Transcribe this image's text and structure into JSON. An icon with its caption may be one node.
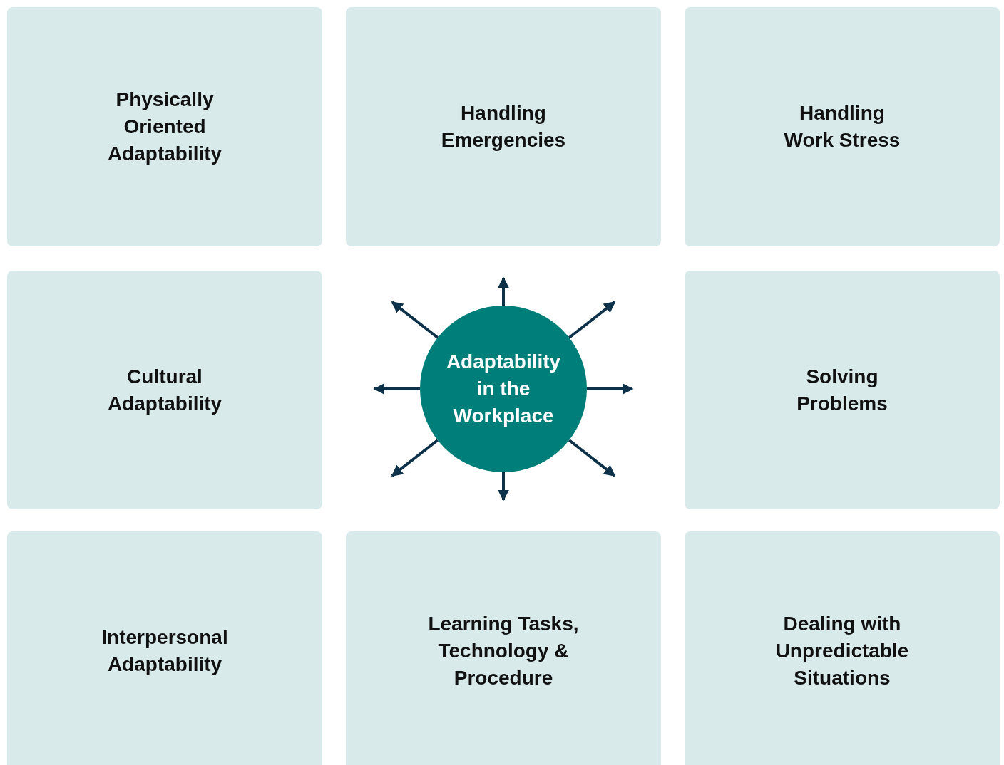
{
  "diagram": {
    "nodes": [
      {
        "text": [
          "Physically Oriented Adaptability"
        ]
      },
      {
        "text": [
          "Handling Emergencies"
        ]
      },
      {
        "text": [
          "Handling Work Stress"
        ]
      },
      {
        "text": [
          "Cultural Adaptability"
        ]
      },
      {
        "text": [
          "Adaptability in the Workplace"
        ]
      },
      {
        "text": [
          "Solving Problems"
        ]
      },
      {
        "text": [
          "Interpersonal Adaptability"
        ]
      },
      {
        "text": [
          "Learning Tasks, Technology & Procedure"
        ]
      },
      {
        "text": [
          "Dealing with Unpredictable Situations"
        ]
      }
    ],
    "edges": [
      {
        "from": 4,
        "to": null,
        "arrow": "to"
      },
      {
        "from": 4,
        "to": null,
        "arrow": "to"
      },
      {
        "from": 4,
        "to": null,
        "arrow": "to"
      },
      {
        "from": 4,
        "to": null,
        "arrow": "to"
      },
      {
        "from": 4,
        "to": null,
        "arrow": "to"
      },
      {
        "from": 4,
        "to": null,
        "arrow": "to"
      },
      {
        "from": 4,
        "to": null,
        "arrow": "to"
      },
      {
        "from": 4,
        "to": null,
        "arrow": "to"
      }
    ]
  }
}
